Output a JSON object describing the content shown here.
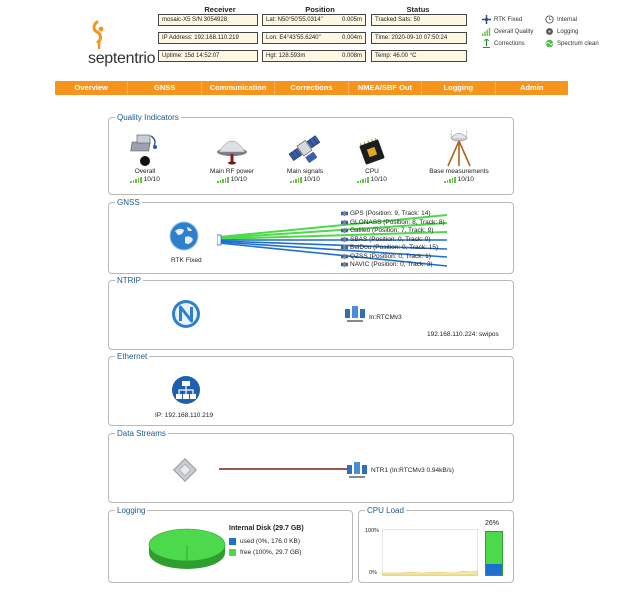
{
  "brand": {
    "name": "septentrio",
    "orange": "#f7941d",
    "blue": "#1f5a8c"
  },
  "header": {
    "receiver_title": "Receiver",
    "position_title": "Position",
    "status_title": "Status",
    "receiver": [
      "mosaic-X5 S/N 3054928",
      "IP Address: 192.168.110.219",
      "Uptime: 15d 14:52:07"
    ],
    "position": [
      {
        "label": "Lat:  N50°50'55.0314\"",
        "acc": "0.005m"
      },
      {
        "label": "Lon: E4°43'55.6240\"",
        "acc": "0.004m"
      },
      {
        "label": "Hgt:  128.593m",
        "acc": "0.008m"
      }
    ],
    "status": [
      "Tracked Sats: 50",
      "Time: 2020-09-10 07:50:24",
      "Temp: 46.00 °C"
    ],
    "legend": [
      {
        "icon": "rtk-fixed-icon",
        "label": "RTK Fixed"
      },
      {
        "icon": "internal-icon",
        "label": "Internal"
      },
      {
        "icon": "quality-bars-icon",
        "label": "Overall Quality"
      },
      {
        "icon": "logging-icon",
        "label": "Logging"
      },
      {
        "icon": "corrections-icon",
        "label": "Corrections"
      },
      {
        "icon": "spectrum-icon",
        "label": "Spectrum clean"
      }
    ]
  },
  "nav": [
    "Overview",
    "GNSS",
    "Communication",
    "Corrections",
    "NMEA/SBF Out",
    "Logging",
    "Admin"
  ],
  "quality": {
    "title": "Quality Indicators",
    "items": [
      {
        "label": "Overall",
        "score": "10/10"
      },
      {
        "label": "Main RF power",
        "score": "10/10"
      },
      {
        "label": "Main signals",
        "score": "10/10"
      },
      {
        "label": "CPU",
        "score": "10/10"
      },
      {
        "label": "Base measurements",
        "score": "10/10"
      }
    ]
  },
  "gnss": {
    "title": "GNSS",
    "mode": "RTK Fixed",
    "constellations": [
      "GPS (Position: 9, Track: 14)",
      "GLONASS (Position: 8, Track: 8)",
      "Galileo (Position: 7, Track: 9)",
      "SBAS (Position: 0, Track: 0)",
      "BeiDou (Position: 0, Track: 15)",
      "QZSS (Position: 0, Track: 1)",
      "NAVIC (Position: 0, Track: 3)"
    ]
  },
  "ntrip": {
    "title": "NTRIP",
    "stream": "In:RTCMv3",
    "source": "192.168.110.224: swipos"
  },
  "ethernet": {
    "title": "Ethernet",
    "ip": "IP: 192.168.110.219"
  },
  "datastreams": {
    "title": "Data Streams",
    "stream": "NTR1 (In:RTCMv3 0.94kB/s)"
  },
  "logging": {
    "title": "Logging",
    "disk_title": "Internal Disk (29.7 GB)",
    "used": "used (0%, 176.0 KB)",
    "free": "free (100%, 29.7 GB)",
    "used_color": "#1f6fd0",
    "free_color": "#4cd94c"
  },
  "cpu": {
    "title": "CPU Load",
    "percent": "26%",
    "load": 26,
    "y_top": "100%",
    "y_bottom": "0%"
  }
}
